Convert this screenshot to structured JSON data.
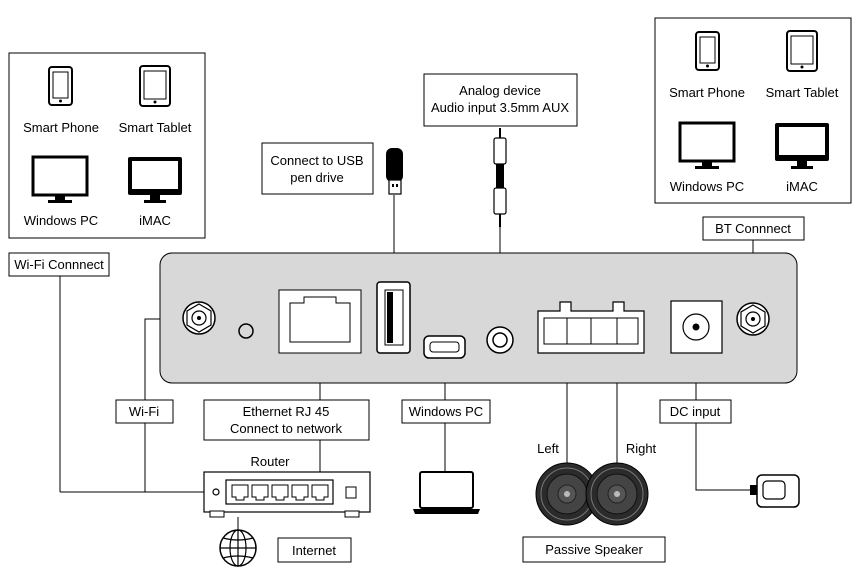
{
  "left_device_group": {
    "items": [
      {
        "label": "Smart Phone",
        "icon": "smartphone-icon"
      },
      {
        "label": "Smart Tablet",
        "icon": "tablet-icon"
      },
      {
        "label": "Windows PC",
        "icon": "monitor-icon"
      },
      {
        "label": "iMAC",
        "icon": "imac-icon"
      }
    ],
    "connection_label": "Wi-Fi Connnect"
  },
  "right_device_group": {
    "items": [
      {
        "label": "Smart Phone",
        "icon": "smartphone-icon"
      },
      {
        "label": "Smart Tablet",
        "icon": "tablet-icon"
      },
      {
        "label": "Windows PC",
        "icon": "monitor-icon"
      },
      {
        "label": "iMAC",
        "icon": "imac-icon"
      }
    ],
    "connection_label": "BT Connnect"
  },
  "usb": {
    "line1": "Connect to USB",
    "line2": "pen drive",
    "icon": "usb-drive-icon"
  },
  "aux": {
    "line1": "Analog device",
    "line2": "Audio input 3.5mm AUX",
    "icon": "aux-cable-icon"
  },
  "wifi_label": "Wi-Fi",
  "ethernet": {
    "line1": "Ethernet RJ 45",
    "line2": "Connect to network"
  },
  "hdmi_label": "Windows PC",
  "dc_label": "DC input",
  "router_label": "Router",
  "internet_label": "Internet",
  "speakers": {
    "left": "Left",
    "right": "Right",
    "caption": "Passive Speaker"
  },
  "colors": {
    "panel": "#d8d8d8",
    "stroke": "#000000",
    "speaker_dark": "#2b2b2b"
  }
}
